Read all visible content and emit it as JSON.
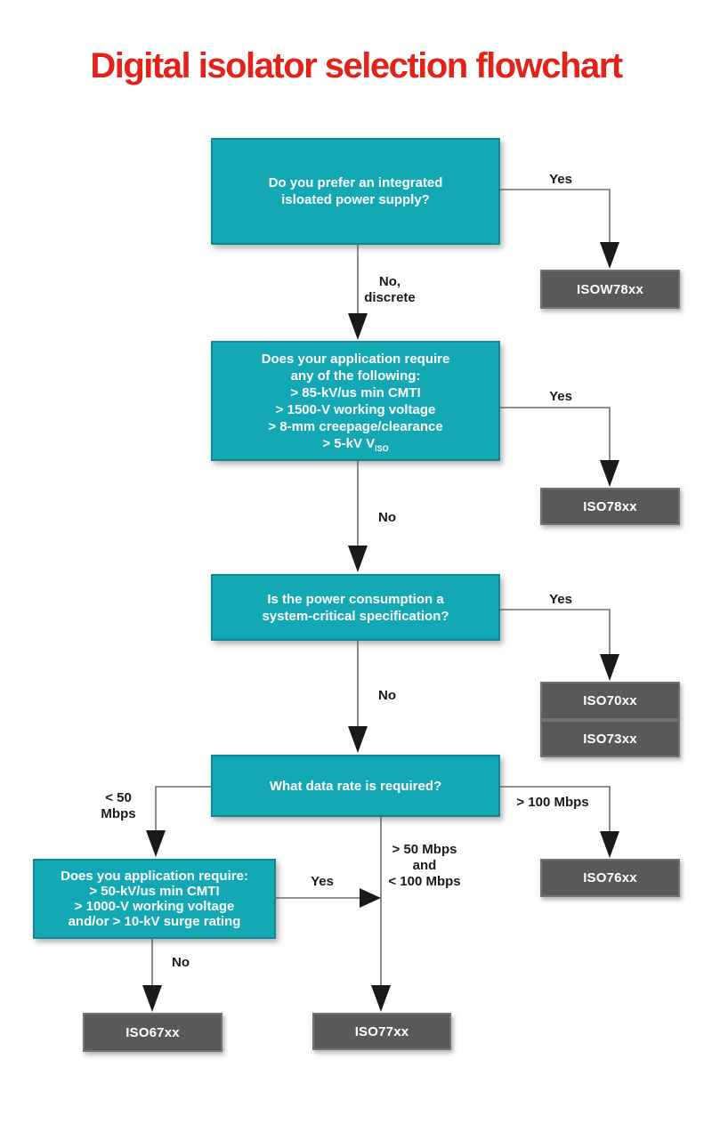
{
  "title": "Digital isolator selection flowchart",
  "colors": {
    "title_red": "#e2231a",
    "question_box_teal": "#14a8b5",
    "result_box_gray": "#58595b",
    "connector_line": "#4c4d4f"
  },
  "questions": {
    "q1": {
      "text": "Do you prefer an integrated\nisloated power supply?"
    },
    "q2": {
      "text": "Does your application require\nany of the following:\n> 85-kV/us min CMTI\n> 1500-V working voltage\n> 8-mm creepage/clearance",
      "last_line_main": "> 5-kV V",
      "last_line_sub": "ISO"
    },
    "q3": {
      "text": "Is the power consumption a\nsystem-critical specification?"
    },
    "q4": {
      "text": "What data rate is required?"
    },
    "q5": {
      "text": "Does you application require:\n> 50-kV/us min CMTI\n> 1000-V working voltage\nand/or > 10-kV surge rating"
    }
  },
  "results": {
    "isow78xx": "ISOW78xx",
    "iso78xx": "ISO78xx",
    "iso70xx": "ISO70xx",
    "iso73xx": "ISO73xx",
    "iso76xx": "ISO76xx",
    "iso77xx": "ISO77xx",
    "iso67xx": "ISO67xx"
  },
  "edge_labels": {
    "q1_yes": "Yes",
    "q1_no": "No,\ndiscrete",
    "q2_yes": "Yes",
    "q2_no": "No",
    "q3_yes": "Yes",
    "q3_no": "No",
    "q4_lt50": "< 50\nMbps",
    "q4_mid": "> 50 Mbps\nand\n< 100 Mbps",
    "q4_gt100": "> 100 Mbps",
    "q5_yes": "Yes",
    "q5_no": "No"
  }
}
